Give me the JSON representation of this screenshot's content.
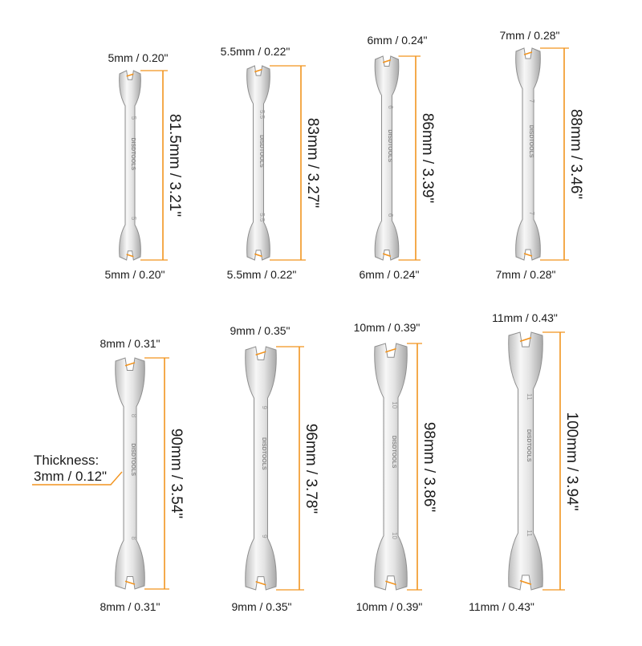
{
  "brand_marking": "DISDTOOLS",
  "accent_color": "#f2941f",
  "thickness": {
    "line1": "Thickness:",
    "line2": "3mm / 0.12\""
  },
  "wrenches": [
    {
      "top_label": "5mm / 0.20\"",
      "bottom_label": "5mm / 0.20\"",
      "length_label": "81.5mm / 3.21\"",
      "stamp": "5"
    },
    {
      "top_label": "5.5mm / 0.22\"",
      "bottom_label": "5.5mm / 0.22\"",
      "length_label": "83mm / 3.27\"",
      "stamp": "5.5"
    },
    {
      "top_label": "6mm / 0.24\"",
      "bottom_label": "6mm / 0.24\"",
      "length_label": "86mm / 3.39\"",
      "stamp": "6"
    },
    {
      "top_label": "7mm / 0.28\"",
      "bottom_label": "7mm / 0.28\"",
      "length_label": "88mm / 3.46\"",
      "stamp": "7"
    },
    {
      "top_label": "8mm / 0.31\"",
      "bottom_label": "8mm / 0.31\"",
      "length_label": "90mm / 3.54\"",
      "stamp": "8"
    },
    {
      "top_label": "9mm / 0.35\"",
      "bottom_label": "9mm / 0.35\"",
      "length_label": "96mm / 3.78\"",
      "stamp": "9"
    },
    {
      "top_label": "10mm / 0.39\"",
      "bottom_label": "10mm / 0.39\"",
      "length_label": "98mm / 3.86\"",
      "stamp": "10"
    },
    {
      "top_label": "11mm / 0.43\"",
      "bottom_label": "11mm / 0.43\"",
      "length_label": "100mm / 3.94\"",
      "stamp": "11"
    }
  ]
}
